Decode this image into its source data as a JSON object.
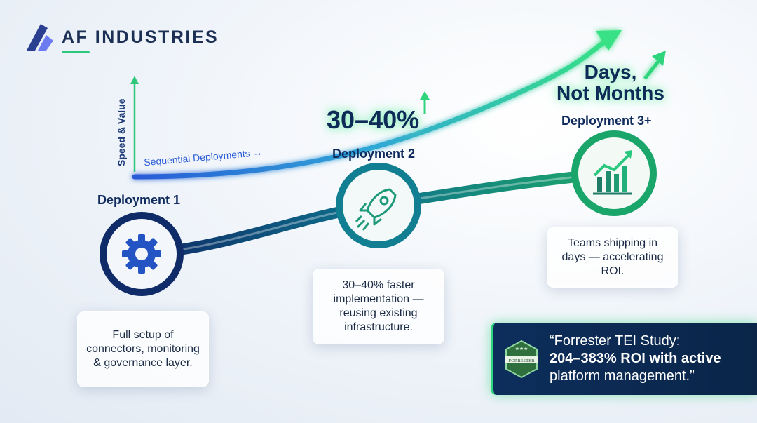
{
  "brand": {
    "name": "AF INDUSTRIES"
  },
  "axis": {
    "label": "Speed & Value"
  },
  "trend": {
    "label": "Sequential Deployments →"
  },
  "highlights": {
    "stat": "30–40%",
    "days_line1": "Days,",
    "days_line2": "Not Months"
  },
  "deployments": [
    {
      "title": "Deployment 1",
      "icon": "gear-icon",
      "description": "Full setup of connectors, monitoring & governance layer."
    },
    {
      "title": "Deployment 2",
      "icon": "rocket-icon",
      "description": "30–40% faster implementation — reusing existing infrastructure."
    },
    {
      "title": "Deployment 3+",
      "icon": "growth-chart-icon",
      "description": "Teams shipping in days — accelerating ROI."
    }
  ],
  "quote": {
    "badge": "FORRESTER",
    "line1": "“Forrester TEI Study:",
    "line2": "204–383% ROI with active",
    "line3": "platform management.”"
  },
  "colors": {
    "navy": "#0e2a56",
    "accent_green": "#2fd57d",
    "accent_blue": "#2a5bd7"
  }
}
